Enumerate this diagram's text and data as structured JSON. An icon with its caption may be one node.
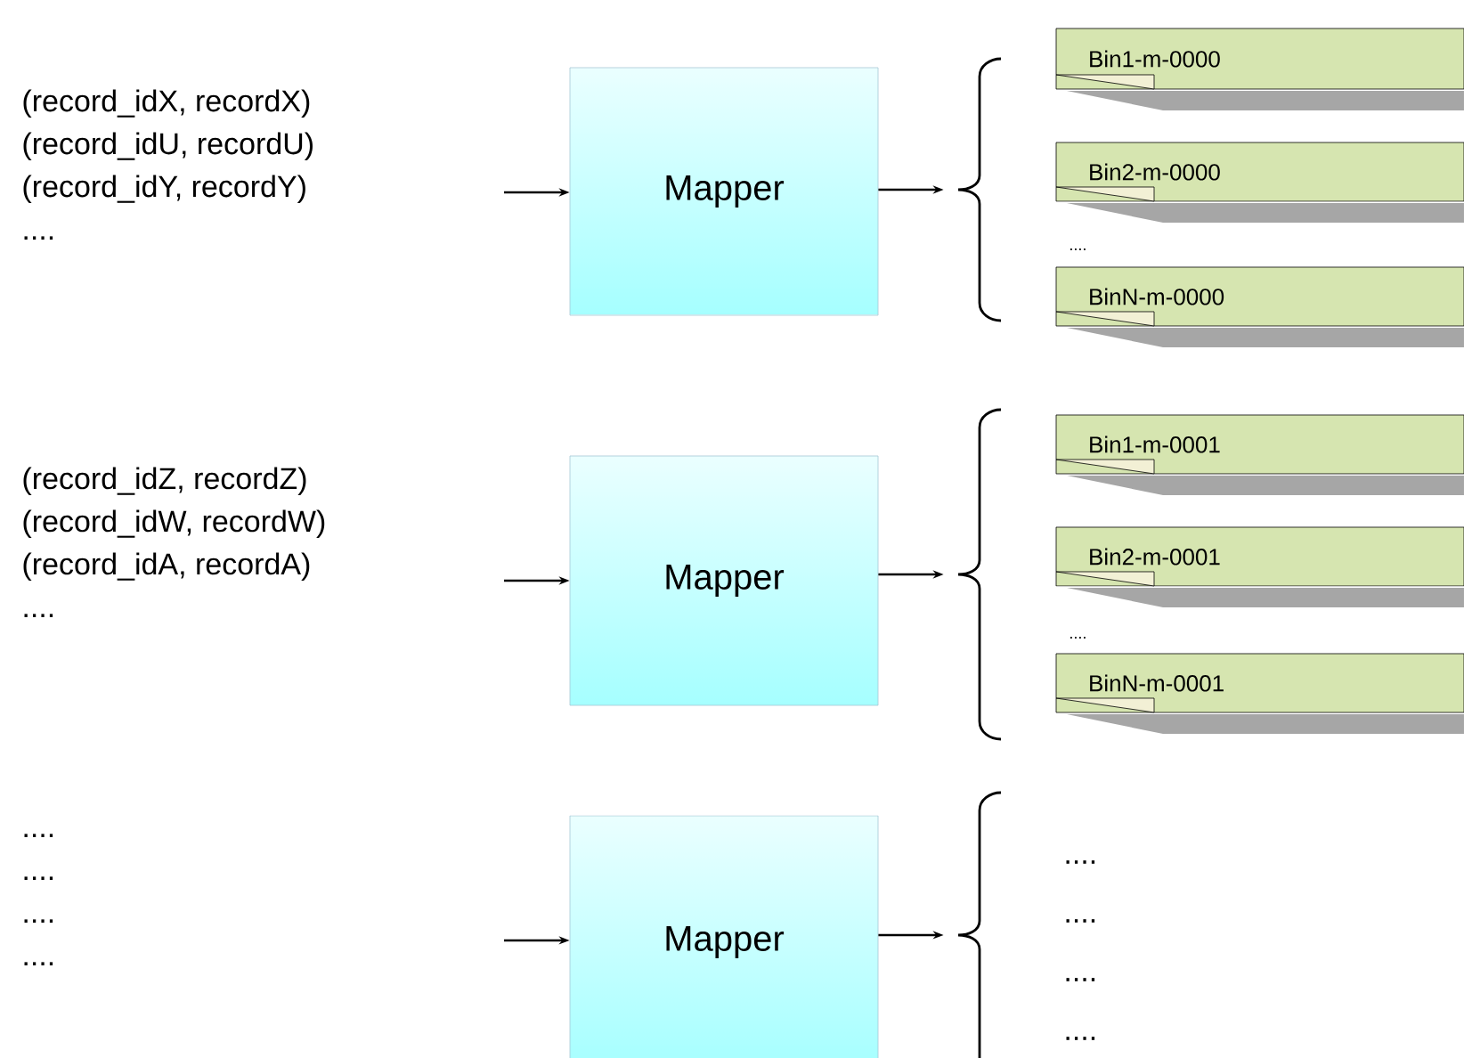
{
  "diagram": {
    "nodes": [
      {
        "text": [
          "(record_idX, recordX)",
          "(record_idU, recordU)",
          "(record_idY, recordY)",
          "...."
        ]
      },
      {
        "text": [
          "Mapper"
        ]
      },
      {
        "text": [],
        "shape": "bracket"
      },
      {
        "text": [
          "Bin1-m-0000"
        ]
      },
      {
        "text": [
          "Bin2-m-0000"
        ]
      },
      {
        "text": [
          "BinN-m-0000"
        ]
      },
      {
        "text": [
          "(record_idZ, recordZ)",
          "(record_idW, recordW)",
          "(record_idA, recordA)",
          "...."
        ]
      },
      {
        "text": [
          "Mapper"
        ]
      },
      {
        "text": [],
        "shape": "bracket"
      },
      {
        "text": [
          "Bin1-m-0001"
        ]
      },
      {
        "text": [
          "Bin2-m-0001"
        ]
      },
      {
        "text": [
          "BinN-m-0001"
        ]
      },
      {
        "text": [
          "....",
          "....",
          "....",
          "...."
        ]
      },
      {
        "text": [
          "Mapper"
        ]
      },
      {
        "text": [],
        "shape": "bracket"
      }
    ],
    "edges": [
      {
        "from": null,
        "to": 1,
        "arrow": "to"
      },
      {
        "from": 1,
        "to": 2,
        "arrow": "to"
      },
      {
        "from": null,
        "to": 7,
        "arrow": "to"
      },
      {
        "from": 7,
        "to": 8,
        "arrow": "to"
      },
      {
        "from": null,
        "to": 13,
        "arrow": "to"
      },
      {
        "from": 13,
        "to": 14,
        "arrow": "to"
      }
    ],
    "labels": [
      "....",
      "....",
      "....",
      "....",
      "....",
      "...."
    ]
  }
}
